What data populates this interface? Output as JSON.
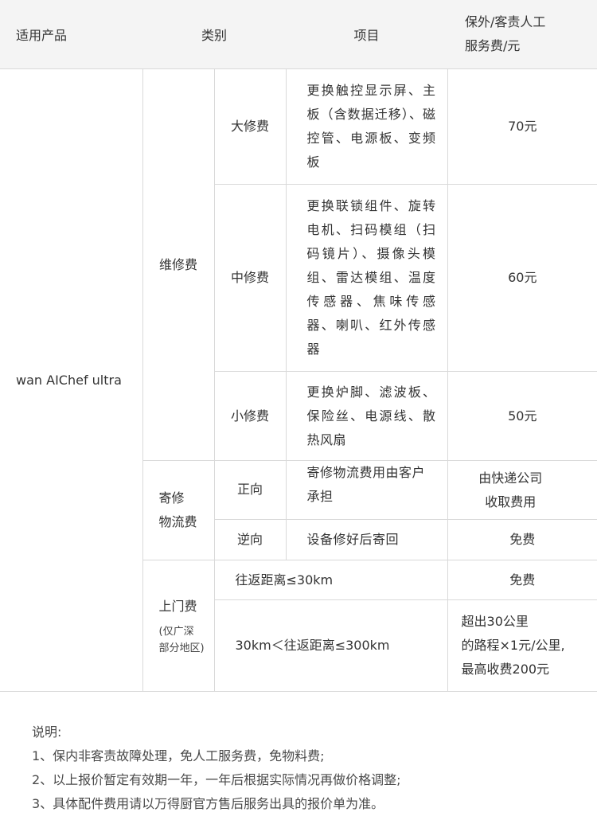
{
  "header": {
    "product": "适用产品",
    "category": "类别",
    "item": "项目",
    "fee_line1": "保外/客责人工",
    "fee_line2": "服务费/元"
  },
  "product_name": "wan AIChef ultra",
  "repair": {
    "label": "维修费",
    "rows": [
      {
        "level": "大修费",
        "item": "更换触控显示屏、主板（含数据迁移）、磁控管、电源板、变频板",
        "fee": "70元"
      },
      {
        "level": "中修费",
        "item": "更换联锁组件、旋转电机、扫码模组（扫码镜片）、摄像头模组、雷达模组、温度传感器、焦味传感器、喇叭、红外传感器",
        "fee": "60元"
      },
      {
        "level": "小修费",
        "item": "更换炉脚、滤波板、保险丝、电源线、散热风扇",
        "fee": "50元"
      }
    ]
  },
  "logistics": {
    "label_line1": "寄修",
    "label_line2": "物流费",
    "rows": [
      {
        "direction": "正向",
        "item": "寄修物流费用由客户承担",
        "fee_line1": "由快递公司",
        "fee_line2": "收取费用"
      },
      {
        "direction": "逆向",
        "item": "设备修好后寄回",
        "fee": "免费"
      }
    ]
  },
  "onsite": {
    "label": "上门费",
    "note_line1": "(仅广深",
    "note_line2": "部分地区)",
    "rows": [
      {
        "range": "往返距离≤30km",
        "fee": "免费"
      },
      {
        "range": "30km＜往返距离≤300km",
        "fee_line1": "超出30公里",
        "fee_line2": "的路程×1元/公里,",
        "fee_line3": "最高收费200元"
      }
    ]
  },
  "notes": {
    "title": "说明:",
    "lines": [
      "1、保内非客责故障处理，免人工服务费，免物料费;",
      "2、以上报价暂定有效期一年，一年后根据实际情况再做价格调整;",
      "3、具体配件费用请以万得厨官方售后服务出具的报价单为准。"
    ]
  }
}
